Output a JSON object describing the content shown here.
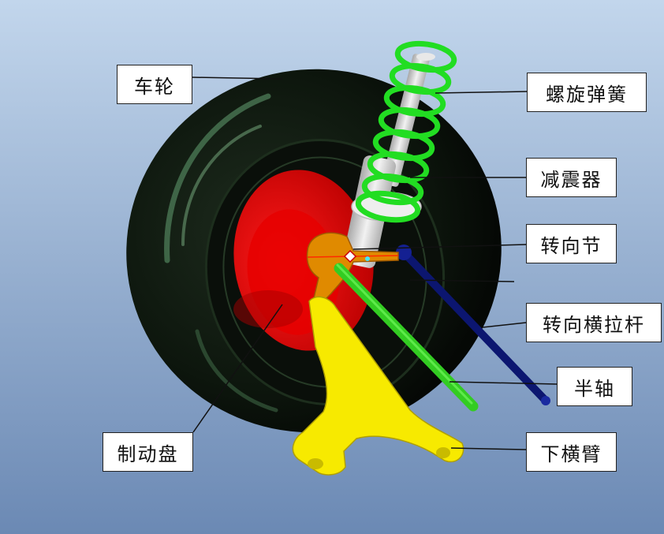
{
  "labels": {
    "wheel": "车轮",
    "coil_spring": "螺旋弹簧",
    "shock_absorber": "减震器",
    "steering_knuckle": "转向节",
    "tie_rod": "转向横拉杆",
    "half_shaft": "半轴",
    "brake_disc": "制动盘",
    "lower_control_arm": "下横臂"
  },
  "colors": {
    "background_top": "#bcd2ea",
    "background_bottom": "#6d8bb6",
    "tire": "#0c140c",
    "tire_highlight": "#5c8a66",
    "brake_disc": "#e10000",
    "spring": "#22dd22",
    "shock": "#d8d8d8",
    "knuckle": "#e08a00",
    "tie_rod": "#0c1670",
    "half_shaft": "#33cc22",
    "lower_arm": "#f5e800"
  }
}
